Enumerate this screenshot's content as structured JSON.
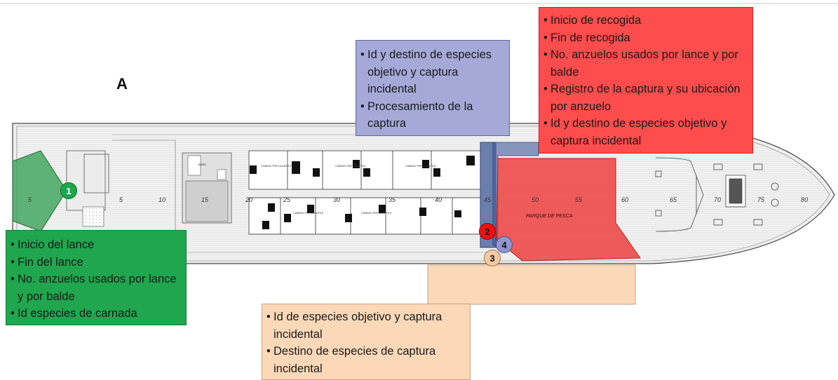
{
  "figure_label": "A",
  "plan": {
    "deck_numbers": [
      "5",
      "10",
      "15",
      "20",
      "25",
      "30",
      "35",
      "40",
      "45",
      "50",
      "55",
      "60",
      "65",
      "70",
      "75",
      "80"
    ],
    "area_label": "PARQUE DE PESCA",
    "small_labels": [
      "BAÑO",
      "CABINA TRIPULANTES"
    ]
  },
  "markers": [
    {
      "id": "1",
      "color": "#1fa64e"
    },
    {
      "id": "2",
      "color": "#ee1111"
    },
    {
      "id": "4",
      "color": "#8f97cc"
    },
    {
      "id": "3",
      "color": "#f3c9a2"
    }
  ],
  "boxes": {
    "green": {
      "color": "#1fa64e",
      "items": [
        "Inicio del lance",
        "Fin del lance",
        "No. anzuelos usados por lance y por balde",
        "Id especies de carnada"
      ]
    },
    "blue": {
      "color": "#a5a9d8",
      "items": [
        "Id y destino de especies objetivo y captura incidental",
        "Procesamiento de la captura"
      ]
    },
    "red": {
      "color": "#ff4c4c",
      "items": [
        "Inicio de recogida",
        "Fin de recogida",
        "No. anzuelos usados por lance y por balde",
        "Registro de la captura y su ubicación por anzuelo",
        "Id y destino de especies objetivo y captura incidental"
      ]
    },
    "peach": {
      "color": "#fbd8b8",
      "items": [
        "Id de especies objetivo y captura incidental",
        "Destino de especies de captura incidental"
      ]
    }
  }
}
